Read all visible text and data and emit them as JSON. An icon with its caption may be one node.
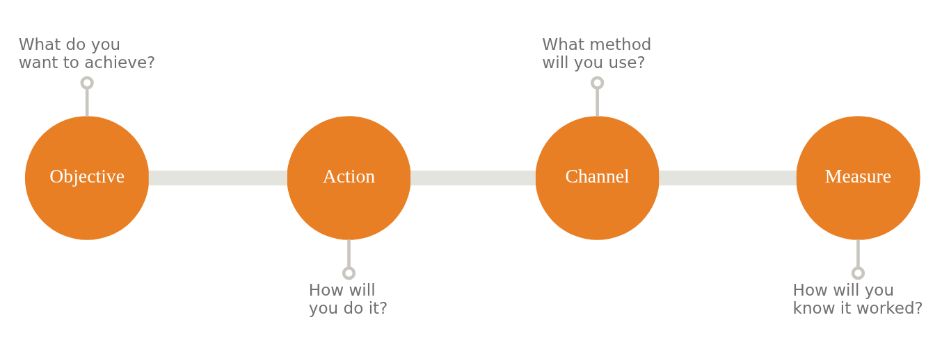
{
  "diagram": {
    "nodes": [
      {
        "text": [
          "Objective"
        ]
      },
      {
        "text": [
          "Action"
        ]
      },
      {
        "text": [
          "Channel"
        ]
      },
      {
        "text": [
          "Measure"
        ]
      },
      {
        "text": [
          "What do you want to achieve?"
        ]
      },
      {
        "text": [
          "How will you do it?"
        ]
      },
      {
        "text": [
          "What method will you use?"
        ]
      },
      {
        "text": [
          "How will you know it worked?"
        ]
      }
    ],
    "edges": [
      {
        "from": 0,
        "to": 1,
        "arrow": "none",
        "style": "thick"
      },
      {
        "from": 1,
        "to": 2,
        "arrow": "none",
        "style": "thick"
      },
      {
        "from": 2,
        "to": 3,
        "arrow": "none",
        "style": "thick"
      },
      {
        "from": 0,
        "to": 4,
        "arrow": "other",
        "color": "#c9c6bf"
      },
      {
        "from": 1,
        "to": 5,
        "arrow": "other",
        "color": "#c9c6bf"
      },
      {
        "from": 2,
        "to": 6,
        "arrow": "other",
        "color": "#c9c6bf"
      },
      {
        "from": 3,
        "to": 7,
        "arrow": "other",
        "color": "#c9c6bf"
      }
    ]
  }
}
